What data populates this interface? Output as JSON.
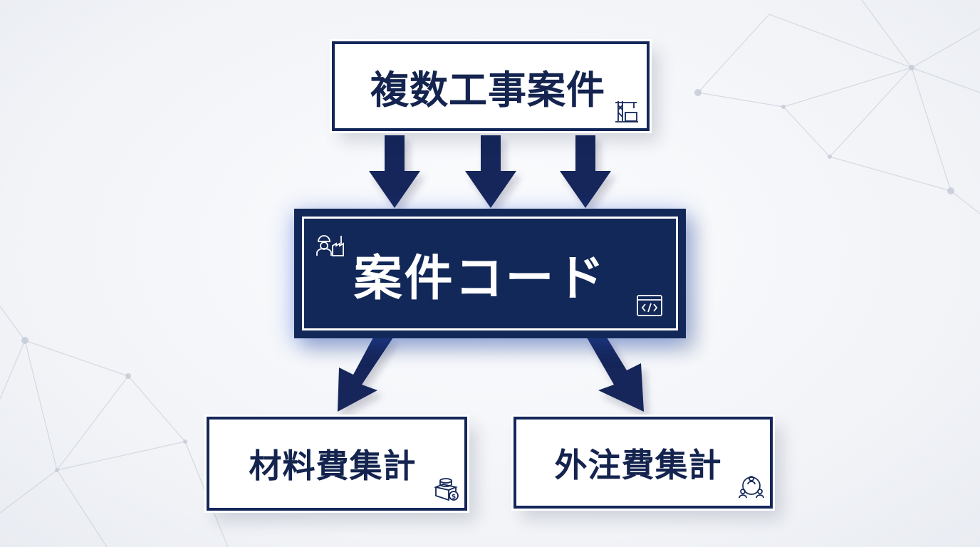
{
  "diagram": {
    "top_node": {
      "label": "複数工事案件",
      "icon": "construction-crane-icon"
    },
    "center_node": {
      "label": "案件コード",
      "icons": [
        "worker-factory-icon",
        "code-window-icon"
      ]
    },
    "left_node": {
      "label": "材料費集計",
      "icon": "material-cost-icon"
    },
    "right_node": {
      "label": "外注費集計",
      "icon": "outsourcing-people-icon"
    },
    "edges": [
      {
        "from": "top_node",
        "to": "center_node"
      },
      {
        "from": "top_node",
        "to": "center_node"
      },
      {
        "from": "top_node",
        "to": "center_node"
      },
      {
        "from": "center_node",
        "to": "left_node"
      },
      {
        "from": "center_node",
        "to": "right_node"
      }
    ]
  },
  "colors": {
    "navy": "#14275a",
    "background": "#f1f3f7",
    "glow": "#2f6bff"
  }
}
